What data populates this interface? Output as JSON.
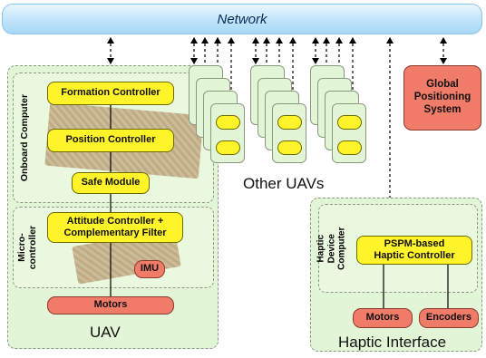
{
  "network": {
    "label": "Network"
  },
  "uav": {
    "caption": "UAV",
    "onboard_label": "Onboard Computer",
    "micro_label": "Micro-\ncontroller",
    "formation": "Formation Controller",
    "position": "Position Controller",
    "safe": "Safe Module",
    "attitude": "Attitude Controller +\nComplementary Filter",
    "imu": "IMU",
    "motors": "Motors"
  },
  "others": {
    "caption": "Other UAVs"
  },
  "gps": {
    "label": "Global\nPositioning\nSystem"
  },
  "haptic": {
    "caption": "Haptic Interface",
    "computer_label": "Haptic Device\nComputer",
    "controller": "PSPM-based\nHaptic Controller",
    "motors": "Motors",
    "encoders": "Encoders"
  },
  "colors": {
    "panel": "#e2f6d7",
    "controller": "#fff42a",
    "hardware": "#f17b69",
    "network": "#bfe4fb"
  }
}
